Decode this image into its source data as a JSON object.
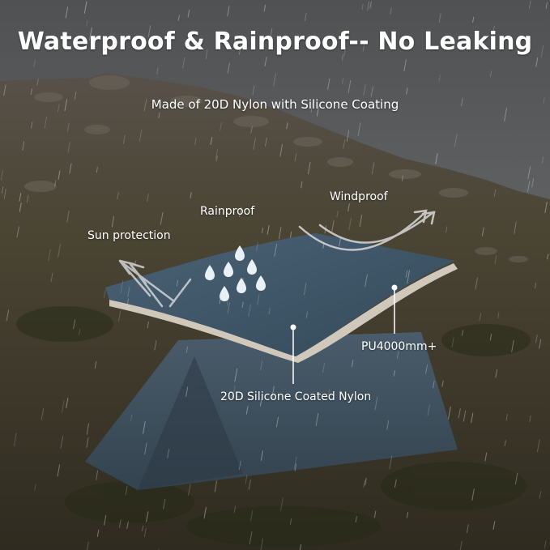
{
  "banner": {
    "title": "Waterproof & Rainproof-- No Leaking",
    "subtitle": "Made of 20D Nylon with Silicone Coating"
  },
  "callouts": {
    "rainproof": "Rainproof",
    "windproof": "Windproof",
    "sun_protection": "Sun protection",
    "coating": "PU4000mm+",
    "fabric": "20D Silicone Coated Nylon"
  },
  "icons": {
    "rain": "water-drops-icon",
    "wind": "wind-arrows-icon",
    "sun": "sun-rays-icon"
  },
  "colors": {
    "fabric": "#3d5566",
    "tent": "#3a4d5c",
    "sky": "#6a6c6e",
    "hill": "#3f3a2c",
    "drop": "#e9f1f6",
    "text": "#ffffff"
  }
}
